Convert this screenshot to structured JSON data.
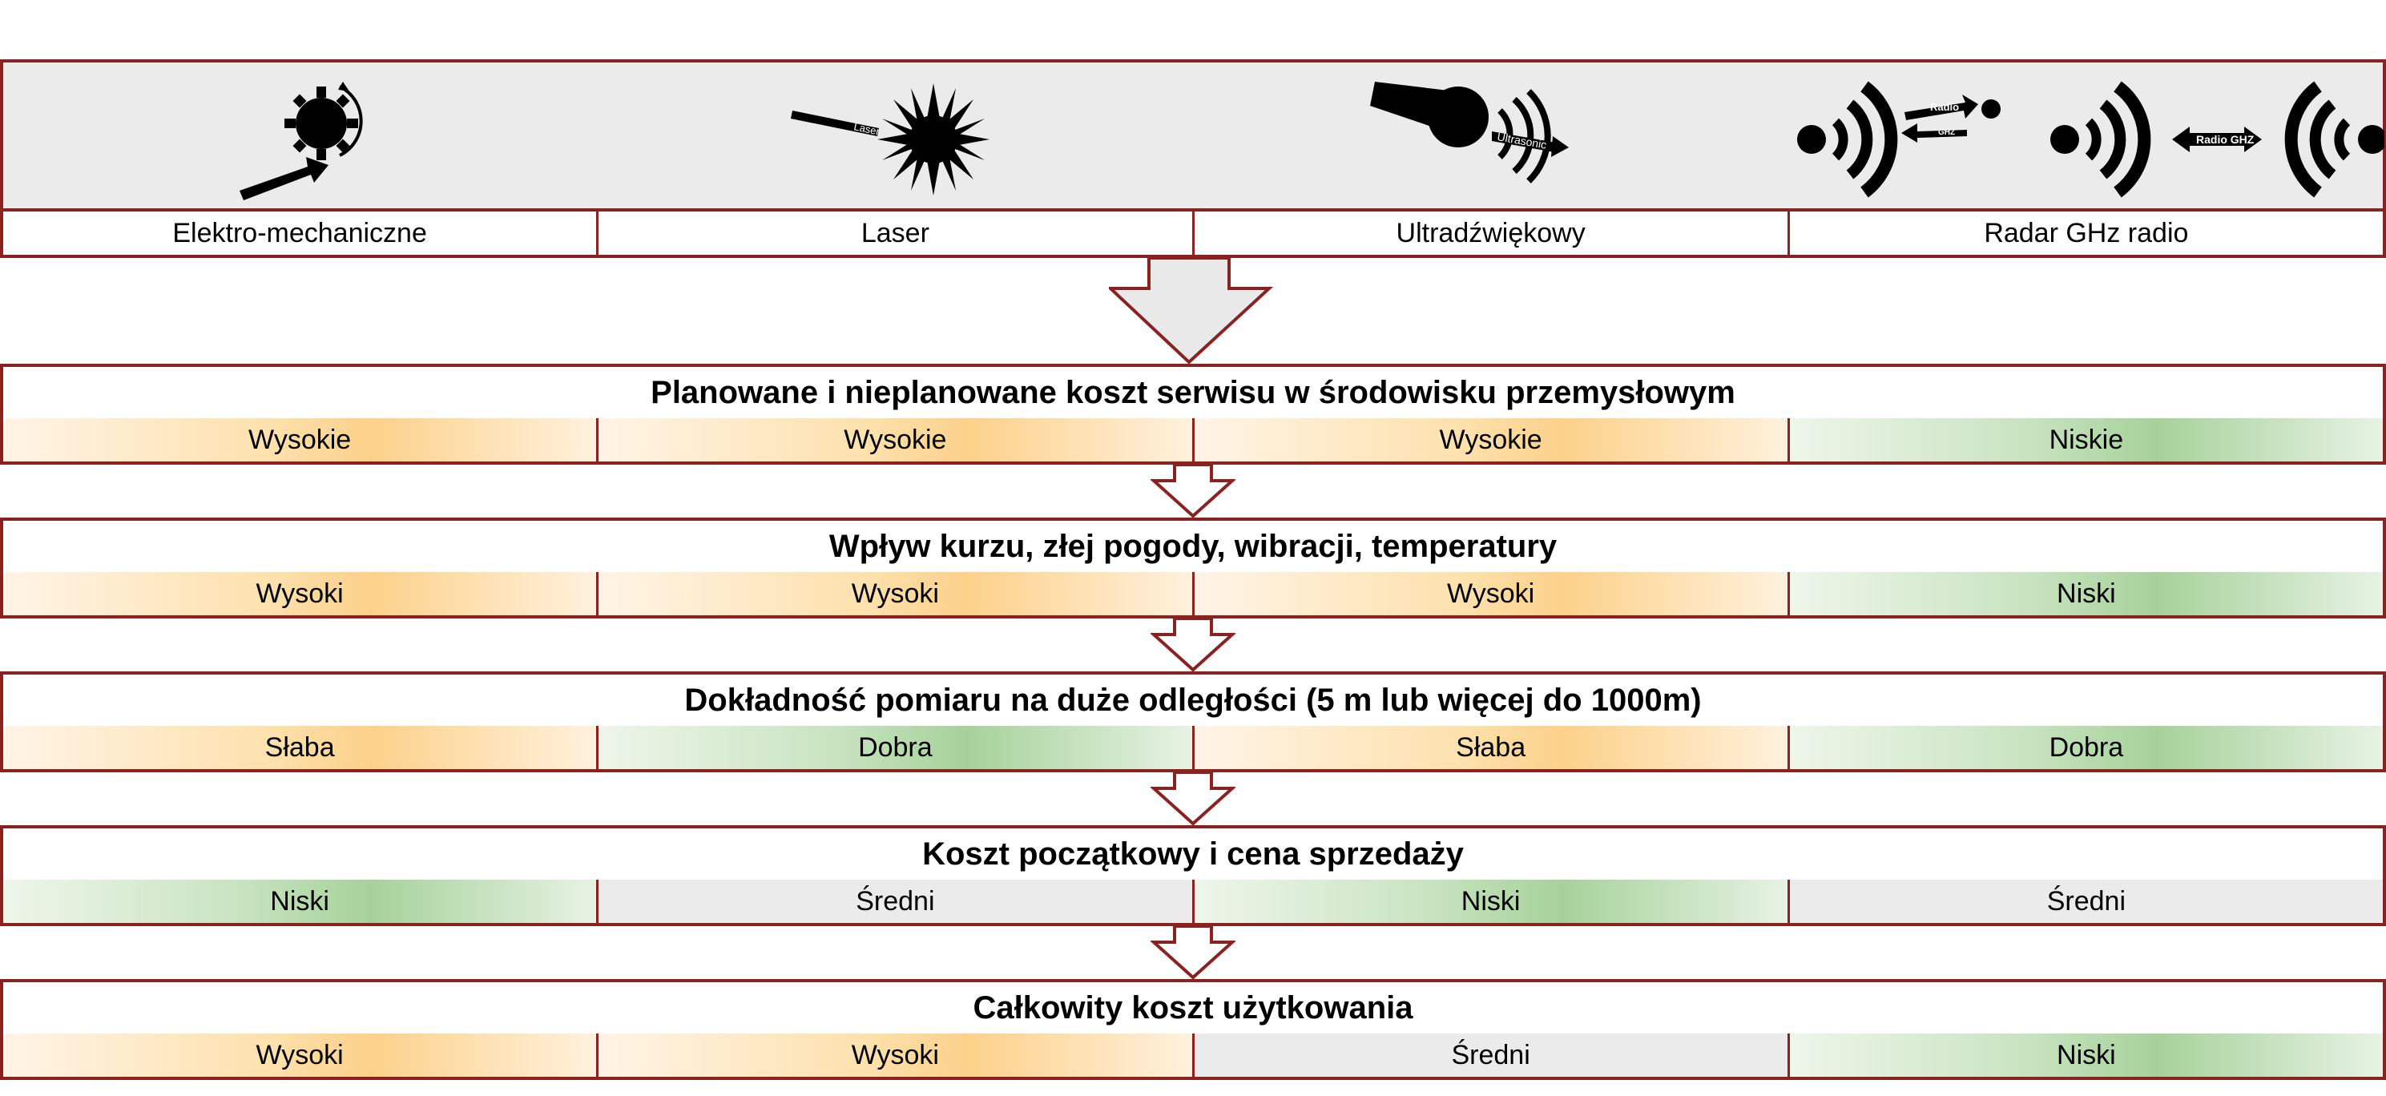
{
  "technologies": [
    {
      "label": "Elektro-mechaniczne",
      "icon": "gear-pushrod-icon"
    },
    {
      "label": "Laser",
      "icon": "laser-burst-icon",
      "icon_text": "Laser"
    },
    {
      "label": "Ultradźwiękowy",
      "icon": "ultrasonic-icon",
      "icon_text": "Ultrasonic"
    },
    {
      "label": "Radar GHz radio",
      "icon": "radio-waves-icon",
      "icon_text": [
        "Radio",
        "GHZ",
        "Radio GHZ"
      ]
    }
  ],
  "sections": [
    {
      "title": "Planowane i nieplanowane koszt serwisu w środowisku przemysłowym",
      "values": [
        {
          "text": "Wysokie",
          "level": "orange"
        },
        {
          "text": "Wysokie",
          "level": "orange"
        },
        {
          "text": "Wysokie",
          "level": "orange"
        },
        {
          "text": "Niskie",
          "level": "green"
        }
      ]
    },
    {
      "title": "Wpływ kurzu, złej pogody, wibracji, temperatury",
      "values": [
        {
          "text": "Wysoki",
          "level": "orange"
        },
        {
          "text": "Wysoki",
          "level": "orange"
        },
        {
          "text": "Wysoki",
          "level": "orange"
        },
        {
          "text": "Niski",
          "level": "green"
        }
      ]
    },
    {
      "title": "Dokładność pomiaru na duże odległości (5 m lub więcej do 1000m)",
      "values": [
        {
          "text": "Słaba",
          "level": "orange"
        },
        {
          "text": "Dobra",
          "level": "green"
        },
        {
          "text": "Słaba",
          "level": "orange"
        },
        {
          "text": "Dobra",
          "level": "green"
        }
      ]
    },
    {
      "title": "Koszt początkowy i cena sprzedaży",
      "values": [
        {
          "text": "Niski",
          "level": "green"
        },
        {
          "text": "Średni",
          "level": "gray"
        },
        {
          "text": "Niski",
          "level": "green"
        },
        {
          "text": "Średni",
          "level": "gray"
        }
      ]
    },
    {
      "title": "Całkowity koszt użytkowania",
      "values": [
        {
          "text": "Wysoki",
          "level": "orange"
        },
        {
          "text": "Wysoki",
          "level": "orange"
        },
        {
          "text": "Średni",
          "level": "gray"
        },
        {
          "text": "Niski",
          "level": "green"
        }
      ]
    }
  ],
  "colors": {
    "border": "#8b2222",
    "high": "#fcd18a",
    "low": "#a6d29a",
    "neutral": "#ebebeb"
  }
}
